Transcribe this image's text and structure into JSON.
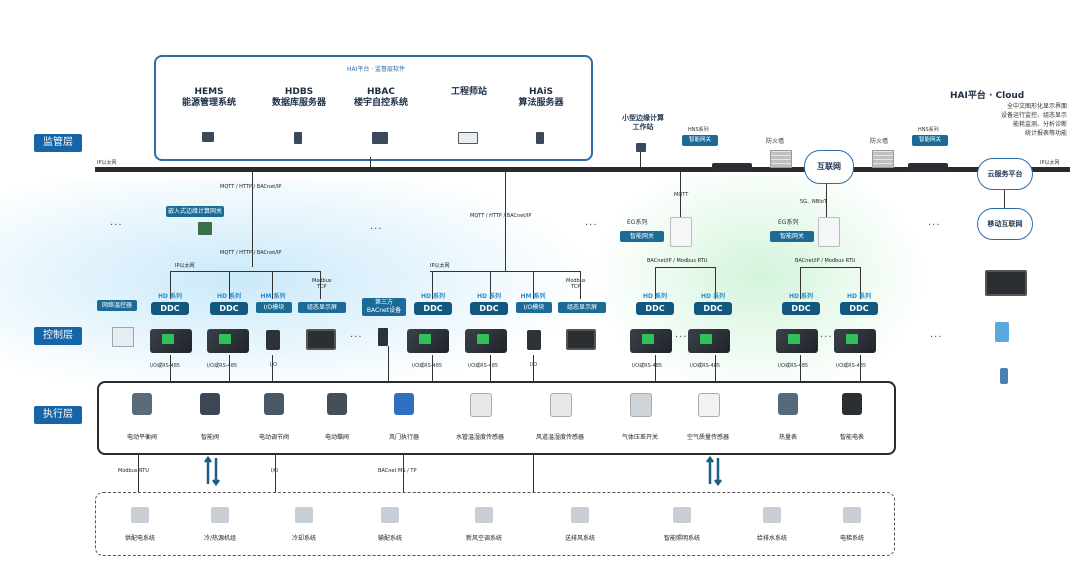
{
  "layers": {
    "supervise": "监管层",
    "control": "控制层",
    "execute": "执行层"
  },
  "top_box": {
    "header": "HAI平台 · 监督层软件",
    "servers": [
      {
        "title1": "HEMS",
        "title2": "能源管理系统"
      },
      {
        "title1": "HDBS",
        "title2": "数据库服务器"
      },
      {
        "title1": "HBAC",
        "title2": "楼宇自控系统"
      },
      {
        "title1": "工程师站",
        "title2": ""
      },
      {
        "title1": "HAiS",
        "title2": "算法服务器"
      }
    ]
  },
  "edge": {
    "title1": "小型边缘计算",
    "title2": "工作站"
  },
  "bus_labels": {
    "left": "IP以太网",
    "right": "IP以太网"
  },
  "protocols": {
    "main": "MQTT / HTTP / BACnet/IP",
    "main2": "MQTT / HTTP / BACnet/IP",
    "mid": "MQTT / HTTP / BACnet/IP",
    "ip_left": "IP以太网",
    "ip_mid": "IP以太网",
    "modbus_tcp": "Modbus\nTCP",
    "mqtt": "MQTT",
    "bacnet_modbus1": "BACnet/IP / Modbus RTU",
    "fiveg": "5G、NBIoT",
    "bacnet_modbus2": "BACnet/IP / Modbus RTU",
    "modbus_rtu": "Modbus RTU",
    "io": "I/O",
    "bacnet_ms": "BACnet MS / TP"
  },
  "gateway": "嵌入式边缘计算网关",
  "control": {
    "hd_series": "HD 系列",
    "hm_series": "HM 系列",
    "ddc": "DDC",
    "io_module": "I/O模块",
    "screen": "组态显示屏",
    "room_controller": "网络温控器",
    "third_party": "第三方\nBACnet设备",
    "io_rs485": "I/O或RS-485",
    "io": "I/O"
  },
  "eg": {
    "series": "EG系列",
    "name": "智能网关"
  },
  "hns": {
    "series": "HNS系列",
    "name": "智能网关"
  },
  "firewall": "防火墙",
  "internet": "互联网",
  "cloud_platform": "云服务平台",
  "mobile_internet": "移动互联网",
  "right_panel": {
    "title": "HAI平台 · Cloud",
    "desc": "全中文图形化显示界面\n设备运行监控、组态显示\n能耗监测、分析诊断\n统计报表等功能"
  },
  "execute": [
    "电动平衡阀",
    "智能阀",
    "电动调节阀",
    "电动蝶阀",
    "风门执行器",
    "水管温湿度传感器",
    "风道温湿度传感器",
    "气体压差开关",
    "空气质量传感器",
    "热量表",
    "智能电表"
  ],
  "systems": [
    "供配电系统",
    "冷/热源机组",
    "冷却系统",
    "输配系统",
    "新风空调系统",
    "送排风系统",
    "智能照明系统",
    "给排水系统",
    "电梯系统"
  ],
  "dots": "···",
  "colors": {
    "brand": "#1565a8",
    "badge": "#1c6b96",
    "ddc": "#12577e",
    "accent": "#2a8cd0"
  }
}
